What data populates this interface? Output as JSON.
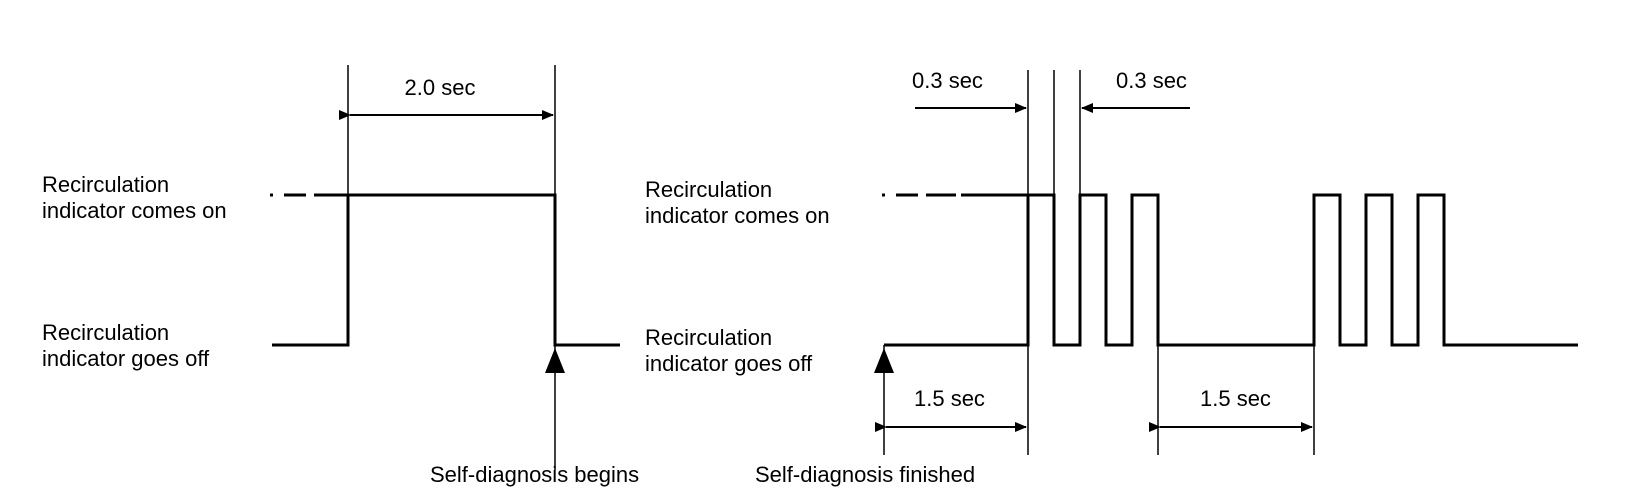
{
  "colors": {
    "line": "#000000",
    "background": "#ffffff"
  },
  "left_panel": {
    "duration_label": "2.0 sec",
    "on_label": [
      "Recirculation",
      "indicator comes on"
    ],
    "off_label": [
      "Recirculation",
      "indicator goes off"
    ],
    "event_label": "Self-diagnosis begins"
  },
  "right_panel": {
    "pulse_on_label": "0.3 sec",
    "pulse_off_label": "0.3 sec",
    "on_label": [
      "Recirculation",
      "indicator comes on"
    ],
    "off_label": [
      "Recirculation",
      "indicator goes off"
    ],
    "gap_label_first": "1.5 sec",
    "gap_label_second": "1.5 sec",
    "event_label": "Self-diagnosis finished"
  }
}
